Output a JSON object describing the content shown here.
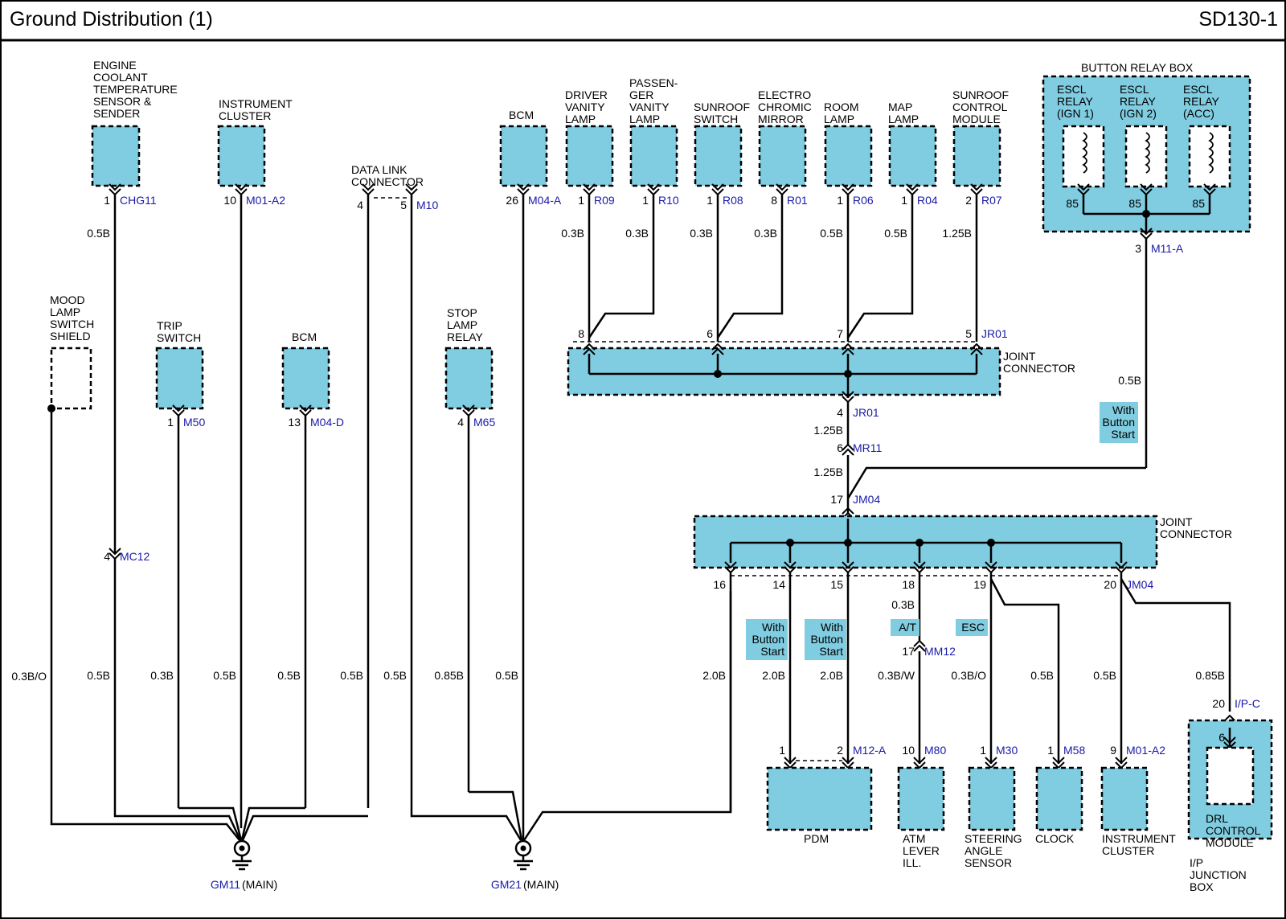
{
  "header": {
    "title": "Ground Distribution (1)",
    "code": "SD130-1"
  },
  "colors": {
    "fill": "#80cce0",
    "line": "#000000",
    "connector": "#1a1aa8"
  },
  "components": [
    {
      "key": "ect",
      "lines": [
        "ENGINE",
        "COOLANT",
        "TEMPERATURE",
        "SENSOR &",
        "SENDER"
      ]
    },
    {
      "key": "ic1",
      "lines": [
        "INSTRUMENT",
        "CLUSTER"
      ]
    },
    {
      "key": "dlc",
      "lines": [
        "DATA LINK",
        "CONNECTOR"
      ]
    },
    {
      "key": "bcm1",
      "lines": [
        "BCM"
      ]
    },
    {
      "key": "dvl",
      "lines": [
        "DRIVER",
        "VANITY",
        "LAMP"
      ]
    },
    {
      "key": "pvl",
      "lines": [
        "PASSEN-",
        "GER",
        "VANITY",
        "LAMP"
      ]
    },
    {
      "key": "srs",
      "lines": [
        "SUNROOF",
        "SWITCH"
      ]
    },
    {
      "key": "ecm",
      "lines": [
        "ELECTRO",
        "CHROMIC",
        "MIRROR"
      ]
    },
    {
      "key": "room",
      "lines": [
        "ROOM",
        "LAMP"
      ]
    },
    {
      "key": "map",
      "lines": [
        "MAP",
        "LAMP"
      ]
    },
    {
      "key": "srcm",
      "lines": [
        "SUNROOF",
        "CONTROL",
        "MODULE"
      ]
    },
    {
      "key": "brb",
      "lines": [
        "BUTTON RELAY BOX"
      ]
    },
    {
      "key": "escl1",
      "lines": [
        "ESCL",
        "RELAY",
        "(IGN 1)"
      ]
    },
    {
      "key": "escl2",
      "lines": [
        "ESCL",
        "RELAY",
        "(IGN 2)"
      ]
    },
    {
      "key": "escl3",
      "lines": [
        "ESCL",
        "RELAY",
        "(ACC)"
      ]
    },
    {
      "key": "mood",
      "lines": [
        "MOOD",
        "LAMP",
        "SWITCH",
        "SHIELD"
      ]
    },
    {
      "key": "trip",
      "lines": [
        "TRIP",
        "SWITCH"
      ]
    },
    {
      "key": "bcm2",
      "lines": [
        "BCM"
      ]
    },
    {
      "key": "slr",
      "lines": [
        "STOP",
        "LAMP",
        "RELAY"
      ]
    },
    {
      "key": "jc1",
      "lines": [
        "JOINT",
        "CONNECTOR"
      ]
    },
    {
      "key": "jc2",
      "lines": [
        "JOINT",
        "CONNECTOR"
      ]
    },
    {
      "key": "pdm",
      "lines": [
        "PDM"
      ]
    },
    {
      "key": "atm",
      "lines": [
        "ATM",
        "LEVER",
        "ILL."
      ]
    },
    {
      "key": "sas",
      "lines": [
        "STEERING",
        "ANGLE",
        "SENSOR"
      ]
    },
    {
      "key": "clock",
      "lines": [
        "CLOCK"
      ]
    },
    {
      "key": "ic2",
      "lines": [
        "INSTRUMENT",
        "CLUSTER"
      ]
    },
    {
      "key": "drl",
      "lines": [
        "DRL",
        "CONTROL",
        "MODULE"
      ]
    },
    {
      "key": "ipjb",
      "lines": [
        "I/P",
        "JUNCTION",
        "BOX"
      ]
    }
  ],
  "pins": [
    {
      "key": "p_ect",
      "pin": "1",
      "conn": "CHG11"
    },
    {
      "key": "p_ic1",
      "pin": "10",
      "conn": "M01-A2"
    },
    {
      "key": "p_dlc4",
      "pin": "4",
      "conn": ""
    },
    {
      "key": "p_dlc5",
      "pin": "5",
      "conn": "M10"
    },
    {
      "key": "p_bcm1",
      "pin": "26",
      "conn": "M04-A"
    },
    {
      "key": "p_dvl",
      "pin": "1",
      "conn": "R09"
    },
    {
      "key": "p_pvl",
      "pin": "1",
      "conn": "R10"
    },
    {
      "key": "p_srs",
      "pin": "1",
      "conn": "R08"
    },
    {
      "key": "p_ecm",
      "pin": "8",
      "conn": "R01"
    },
    {
      "key": "p_room",
      "pin": "1",
      "conn": "R06"
    },
    {
      "key": "p_map",
      "pin": "1",
      "conn": "R04"
    },
    {
      "key": "p_srcm",
      "pin": "2",
      "conn": "R07"
    },
    {
      "key": "p_brb",
      "pin": "3",
      "conn": "M11-A"
    },
    {
      "key": "p_mc12",
      "pin": "4",
      "conn": "MC12"
    },
    {
      "key": "p_trip",
      "pin": "1",
      "conn": "M50"
    },
    {
      "key": "p_bcm2",
      "pin": "13",
      "conn": "M04-D"
    },
    {
      "key": "p_slr",
      "pin": "4",
      "conn": "M65"
    },
    {
      "key": "p_jr8",
      "pin": "8",
      "conn": ""
    },
    {
      "key": "p_jr6",
      "pin": "6",
      "conn": ""
    },
    {
      "key": "p_jr7",
      "pin": "7",
      "conn": ""
    },
    {
      "key": "p_jr5",
      "pin": "5",
      "conn": "JR01"
    },
    {
      "key": "p_jr4",
      "pin": "4",
      "conn": "JR01"
    },
    {
      "key": "p_mr11",
      "pin": "6",
      "conn": "MR11"
    },
    {
      "key": "p_jm17",
      "pin": "17",
      "conn": "JM04"
    },
    {
      "key": "p_jm16",
      "pin": "16",
      "conn": ""
    },
    {
      "key": "p_jm14",
      "pin": "14",
      "conn": ""
    },
    {
      "key": "p_jm15",
      "pin": "15",
      "conn": ""
    },
    {
      "key": "p_jm18",
      "pin": "18",
      "conn": ""
    },
    {
      "key": "p_jm19",
      "pin": "19",
      "conn": ""
    },
    {
      "key": "p_jm20",
      "pin": "20",
      "conn": "JM04"
    },
    {
      "key": "p_mm12",
      "pin": "17",
      "conn": "MM12"
    },
    {
      "key": "p_pdm1",
      "pin": "1",
      "conn": ""
    },
    {
      "key": "p_pdm2",
      "pin": "2",
      "conn": "M12-A"
    },
    {
      "key": "p_atm",
      "pin": "10",
      "conn": "M80"
    },
    {
      "key": "p_sas",
      "pin": "1",
      "conn": "M30"
    },
    {
      "key": "p_clock",
      "pin": "1",
      "conn": "M58"
    },
    {
      "key": "p_ic2",
      "pin": "9",
      "conn": "M01-A2"
    },
    {
      "key": "p_ipc",
      "pin": "20",
      "conn": "I/P-C"
    },
    {
      "key": "p_ipc6",
      "pin": "6",
      "conn": ""
    },
    {
      "key": "p_85a",
      "pin": "85",
      "conn": ""
    },
    {
      "key": "p_85b",
      "pin": "85",
      "conn": ""
    },
    {
      "key": "p_85c",
      "pin": "85",
      "conn": ""
    }
  ],
  "wires": [
    {
      "key": "w_ect",
      "spec": "0.5B"
    },
    {
      "key": "w_dvl",
      "spec": "0.3B"
    },
    {
      "key": "w_pvl",
      "spec": "0.3B"
    },
    {
      "key": "w_srs",
      "spec": "0.3B"
    },
    {
      "key": "w_ecm",
      "spec": "0.3B"
    },
    {
      "key": "w_room",
      "spec": "0.5B"
    },
    {
      "key": "w_map",
      "spec": "0.5B"
    },
    {
      "key": "w_srcm",
      "spec": "1.25B"
    },
    {
      "key": "w_brb",
      "spec": "0.5B"
    },
    {
      "key": "w_jr4",
      "spec": "1.25B"
    },
    {
      "key": "w_mr11",
      "spec": "1.25B"
    },
    {
      "key": "w_jm18",
      "spec": "0.3B"
    },
    {
      "key": "b_mood",
      "spec": "0.3B/O"
    },
    {
      "key": "b_mc12",
      "spec": "0.5B"
    },
    {
      "key": "b_trip",
      "spec": "0.3B"
    },
    {
      "key": "b_ic1",
      "spec": "0.5B"
    },
    {
      "key": "b_bcm2",
      "spec": "0.5B"
    },
    {
      "key": "b_dlc4",
      "spec": "0.5B"
    },
    {
      "key": "b_dlc5",
      "spec": "0.5B"
    },
    {
      "key": "b_slr",
      "spec": "0.85B"
    },
    {
      "key": "b_bcm1",
      "spec": "0.5B"
    },
    {
      "key": "b_jm16",
      "spec": "2.0B"
    },
    {
      "key": "b_jm14",
      "spec": "2.0B"
    },
    {
      "key": "b_jm15",
      "spec": "2.0B"
    },
    {
      "key": "b_mm12",
      "spec": "0.3B/W"
    },
    {
      "key": "b_jm19",
      "spec": "0.3B/O"
    },
    {
      "key": "b_clock",
      "spec": "0.5B"
    },
    {
      "key": "b_ic2",
      "spec": "0.5B"
    },
    {
      "key": "b_ipc",
      "spec": "0.85B"
    }
  ],
  "option_tags": [
    {
      "key": "t_brb",
      "lines": [
        "With",
        "Button",
        "Start"
      ]
    },
    {
      "key": "t_jm16",
      "lines": [
        "With",
        "Button",
        "Start"
      ]
    },
    {
      "key": "t_jm15",
      "lines": [
        "With",
        "Button",
        "Start"
      ]
    },
    {
      "key": "t_at",
      "lines": [
        "A/T"
      ]
    },
    {
      "key": "t_esc",
      "lines": [
        "ESC"
      ]
    }
  ],
  "grounds": [
    {
      "key": "gm11",
      "id": "GM11",
      "note": "(MAIN)"
    },
    {
      "key": "gm21",
      "id": "GM21",
      "note": "(MAIN)"
    }
  ]
}
